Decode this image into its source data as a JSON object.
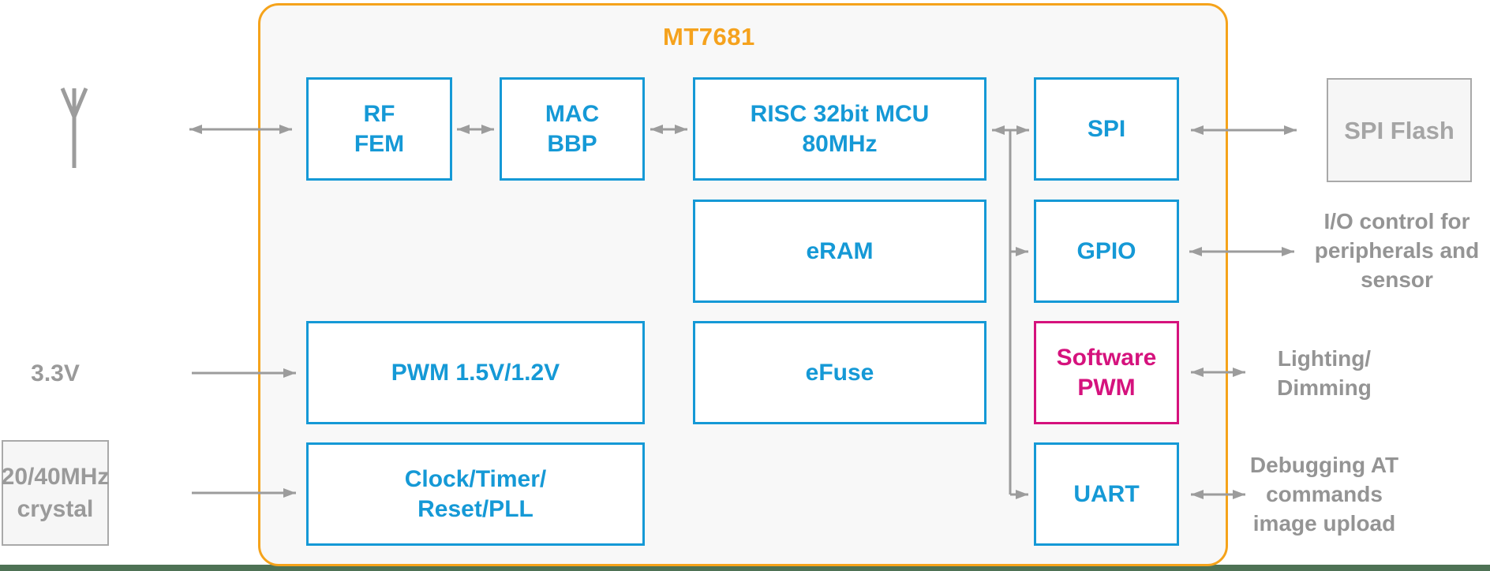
{
  "diagram": {
    "title": "MT7681",
    "colors": {
      "chip_border": "#F5A31B",
      "block_accent": "#1599D6",
      "software_pwm_accent": "#D5127D",
      "gray_text": "#9A9A9A",
      "arrow": "#9C9C9C",
      "bottom_bar": "#4E7255"
    },
    "chip_blocks": [
      {
        "id": "rf-fem",
        "label": "RF\nFEM"
      },
      {
        "id": "mac-bbp",
        "label": "MAC\nBBP"
      },
      {
        "id": "risc-mcu",
        "label": "RISC 32bit MCU\n80MHz"
      },
      {
        "id": "spi",
        "label": "SPI"
      },
      {
        "id": "eram",
        "label": "eRAM"
      },
      {
        "id": "gpio",
        "label": "GPIO"
      },
      {
        "id": "pwm",
        "label": "PWM 1.5V/1.2V"
      },
      {
        "id": "efuse",
        "label": "eFuse"
      },
      {
        "id": "software-pwm",
        "label": "Software\nPWM"
      },
      {
        "id": "clock",
        "label": "Clock/Timer/\nReset/PLL"
      },
      {
        "id": "uart",
        "label": "UART"
      }
    ],
    "external": {
      "antenna": "antenna-icon",
      "power_label": "3.3V",
      "crystal_label": "20/40MHz\ncrystal",
      "spi_flash_label": "SPI Flash",
      "io_control_label": "I/O control for\nperipherals and\nsensor",
      "lighting_label": "Lighting/\nDimming",
      "debug_label": "Debugging AT\ncommands\nimage upload"
    }
  }
}
